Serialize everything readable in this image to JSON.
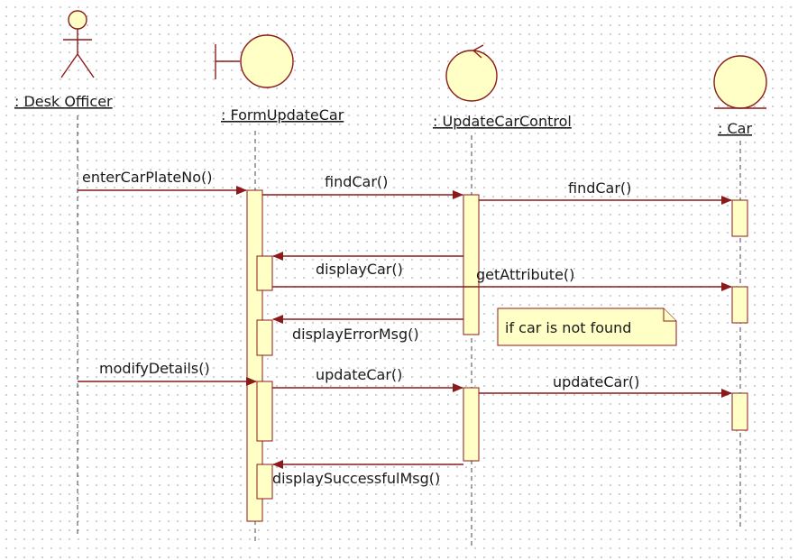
{
  "participants": {
    "desk_officer": ": Desk Officer",
    "form_update_car": ": FormUpdateCar",
    "update_car_control": ": UpdateCarControl",
    "car": ": Car"
  },
  "messages": {
    "enter_car_plate_no": "enterCarPlateNo()",
    "find_car_1": "findCar()",
    "find_car_2": "findCar()",
    "display_car": "displayCar()",
    "get_attribute": "getAttribute()",
    "display_error_msg": "displayErrorMsg()",
    "modify_details": "modifyDetails()",
    "update_car_1": "updateCar()",
    "update_car_2": "updateCar()",
    "display_successful_msg": "displaySuccessfulMsg()"
  },
  "note": "if car is not found",
  "colors": {
    "line": "#8b1a1a",
    "fill": "#ffffc6",
    "lifeline": "#444444",
    "grid_dot": "#c4c4c4"
  }
}
